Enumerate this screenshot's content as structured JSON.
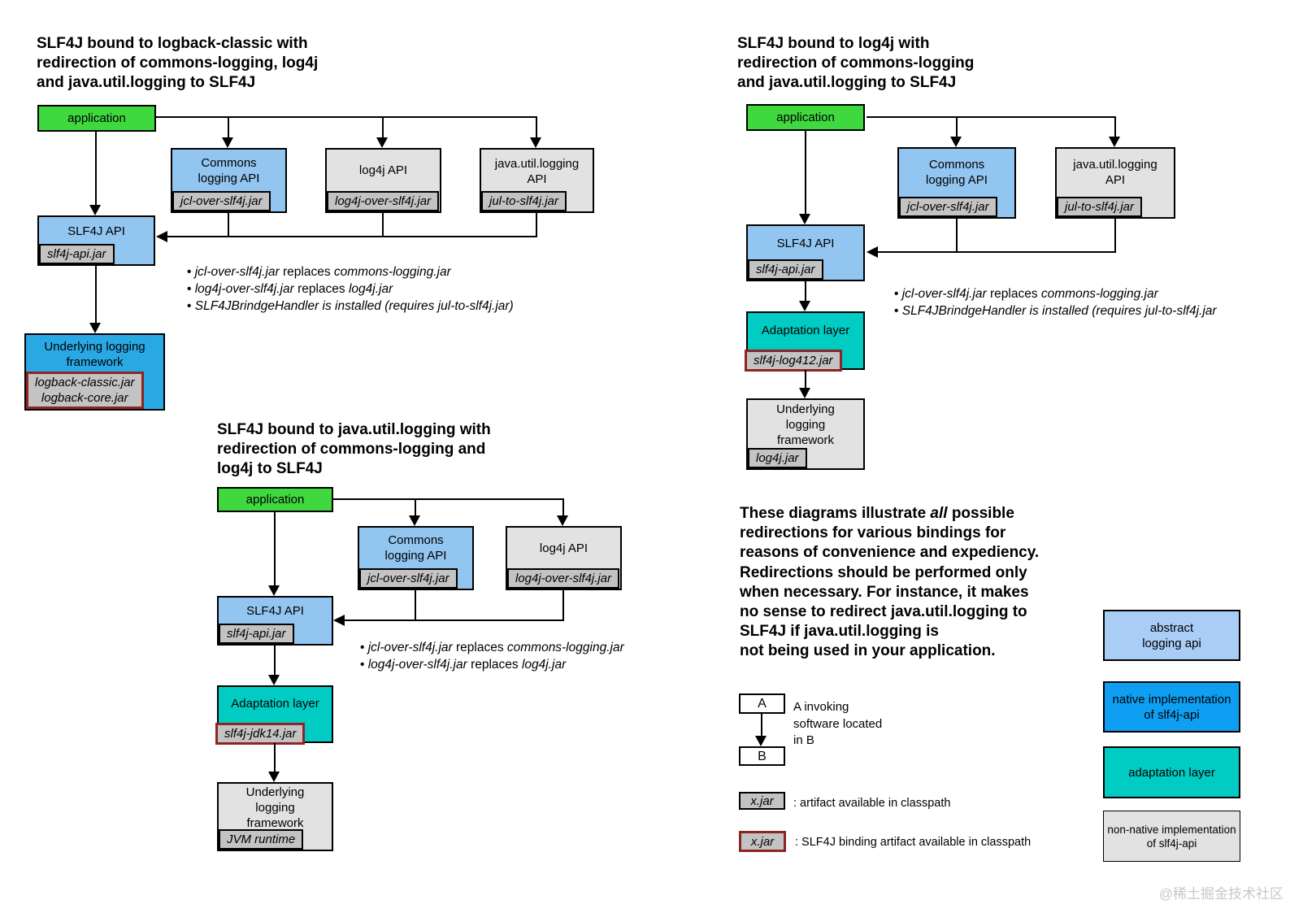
{
  "palette": {
    "application_green": "#3FD83F",
    "abstract_api_blue": "#92C5F0",
    "native_impl_blue": "#29A9E4",
    "adaptation_teal": "#00CCC4",
    "non_native_gray": "#E2E2E2",
    "jar_gray": "#C3C3C3",
    "binding_border_red": "#8E2424"
  },
  "diagram1": {
    "title": "SLF4J bound to logback-classic with\nredirection of commons-logging, log4j\nand java.util.logging to SLF4J",
    "application": "application",
    "commons_api": "Commons\nlogging API",
    "commons_jar": "jcl-over-slf4j.jar",
    "log4j_api": "log4j API",
    "log4j_jar": "log4j-over-slf4j.jar",
    "jul_api": "java.util.logging\nAPI",
    "jul_jar": "jul-to-slf4j.jar",
    "slf4j_api": "SLF4J API",
    "slf4j_jar": "slf4j-api.jar",
    "underlying": "Underlying logging\nframework",
    "underlying_jar": "logback-classic.jar\nlogback-core.jar",
    "bullets": [
      [
        {
          "t": "• "
        },
        {
          "t": "jcl-over-slf4j.jar",
          "i": 1
        },
        {
          "t": " replaces "
        },
        {
          "t": "commons-logging.jar",
          "i": 1
        }
      ],
      [
        {
          "t": "• "
        },
        {
          "t": "log4j-over-slf4j.jar",
          "i": 1
        },
        {
          "t": " replaces "
        },
        {
          "t": "log4j.jar",
          "i": 1
        }
      ],
      [
        {
          "t": "• "
        },
        {
          "t": "SLF4JBrindgeHandler is installed (requires jul-to-slf4j.jar)",
          "i": 1
        }
      ]
    ]
  },
  "diagram2": {
    "title": "SLF4J bound to log4j with\nredirection of commons-logging\nand java.util.logging to SLF4J",
    "application": "application",
    "commons_api": "Commons\nlogging API",
    "commons_jar": "jcl-over-slf4j.jar",
    "jul_api": "java.util.logging\nAPI",
    "jul_jar": "jul-to-slf4j.jar",
    "slf4j_api": "SLF4J API",
    "slf4j_jar": "slf4j-api.jar",
    "adaptation": "Adaptation layer",
    "adaptation_jar": "slf4j-log412.jar",
    "underlying": "Underlying\nlogging\nframework",
    "underlying_jar": "log4j.jar",
    "bullets": [
      [
        {
          "t": "• "
        },
        {
          "t": "jcl-over-slf4j.jar",
          "i": 1
        },
        {
          "t": " replaces "
        },
        {
          "t": "commons-logging.jar",
          "i": 1
        }
      ],
      [
        {
          "t": "• "
        },
        {
          "t": "SLF4JBrindgeHandler is installed (requires jul-to-slf4j.jar",
          "i": 1
        }
      ]
    ]
  },
  "diagram3": {
    "title": "SLF4J bound to java.util.logging with\nredirection of commons-logging and\nlog4j to SLF4J",
    "application": "application",
    "commons_api": "Commons\nlogging API",
    "commons_jar": "jcl-over-slf4j.jar",
    "log4j_api": "log4j API",
    "log4j_jar": "log4j-over-slf4j.jar",
    "slf4j_api": "SLF4J API",
    "slf4j_jar": "slf4j-api.jar",
    "adaptation": "Adaptation layer",
    "adaptation_jar": "slf4j-jdk14.jar",
    "underlying": "Underlying\nlogging\nframework",
    "underlying_jar": "JVM runtime",
    "bullets": [
      [
        {
          "t": "• "
        },
        {
          "t": "jcl-over-slf4j.jar",
          "i": 1
        },
        {
          "t": " replaces "
        },
        {
          "t": "commons-logging.jar",
          "i": 1
        }
      ],
      [
        {
          "t": "• "
        },
        {
          "t": "log4j-over-slf4j.jar",
          "i": 1
        },
        {
          "t": " replaces "
        },
        {
          "t": "log4j.jar",
          "i": 1
        }
      ]
    ]
  },
  "note_lines": [
    [
      {
        "t": "These diagrams illustrate "
      },
      {
        "t": "all",
        "i": 1
      },
      {
        "t": " possible"
      }
    ],
    [
      {
        "t": "redirections for various bindings for"
      }
    ],
    [
      {
        "t": "reasons of convenience and expediency."
      }
    ],
    [
      {
        "t": "Redirections should be performed only"
      }
    ],
    [
      {
        "t": "when necessary. For instance, it makes"
      }
    ],
    [
      {
        "t": "no sense to redirect java.util.logging to"
      }
    ],
    [
      {
        "t": "SLF4J if java.util.logging is"
      }
    ],
    [
      {
        "t": "not being used in your application."
      }
    ]
  ],
  "legend": {
    "a_label": "A",
    "b_label": "B",
    "invoke_desc": "A invoking\nsoftware located\nin B",
    "xjar_label": "x.jar",
    "artifact_desc": ": artifact available in classpath",
    "binding_desc": ": SLF4J binding artifact available in classpath",
    "colors": [
      {
        "label": "abstract\nlogging api",
        "color": "#A9CDF5"
      },
      {
        "label": "native implementation\nof slf4j-api",
        "color": "#0F9FF2"
      },
      {
        "label": "adaptation layer",
        "color": "#00CCC4"
      },
      {
        "label": "non-native implementation\nof slf4j-api",
        "color": "#E2E2E2"
      }
    ]
  },
  "watermark": "@稀土掘金技术社区"
}
